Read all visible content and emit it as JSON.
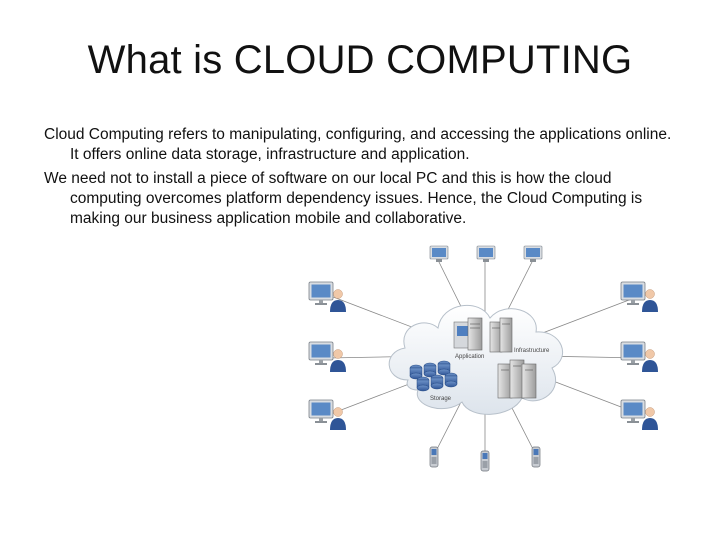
{
  "slide": {
    "title": "What is CLOUD COMPUTING",
    "paragraphs": [
      "Cloud Computing refers to manipulating, configuring, and accessing the applications online. It offers online data storage, infrastructure and application.",
      "We need not to install a piece of software on our local PC and this is how the cloud computing overcomes platform dependency issues. Hence, the Cloud Computing is making our business application mobile and collaborative."
    ]
  },
  "diagram": {
    "labels": {
      "application": "Application",
      "infrastructure": "Infrastructure",
      "storage": "Storage"
    },
    "icons": [
      "cloud-icon",
      "server-icon",
      "database-icon",
      "monitor-user-icon",
      "phone-icon"
    ]
  }
}
